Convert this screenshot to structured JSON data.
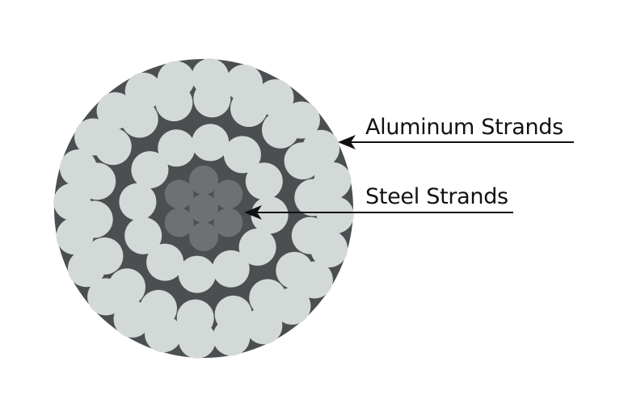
{
  "labels": {
    "aluminum": "Aluminum Strands",
    "steel": "Steel Strands"
  },
  "colors": {
    "background": "#ffffff",
    "aluminum_strand": "#d3d9d6",
    "steel_strand": "#6d7173",
    "gap_fill": "#4b4f51",
    "leader_line": "#111111"
  },
  "cable": {
    "steel_strand_count": 7,
    "aluminum_layer_strand_counts": [
      12,
      18,
      24
    ]
  }
}
